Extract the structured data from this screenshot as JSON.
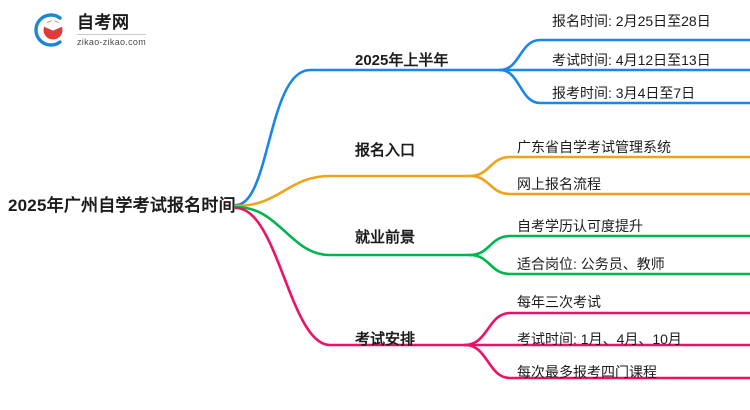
{
  "logo": {
    "title": "自考网",
    "subtitle": "zikao-zikao.com",
    "mark_icon": "graduation-cap-icon",
    "arc_color": "#1a86d6",
    "cap_color": "#e03a3a"
  },
  "mindmap": {
    "root": {
      "label": "2025年广州自学考试报名时间"
    },
    "branches": [
      {
        "label": "2025年上半年",
        "color": "#1a86e8",
        "children": [
          {
            "label": "报名时间: 2月25日至28日"
          },
          {
            "label": "考试时间: 4月12日至13日"
          },
          {
            "label": "报考时间: 3月4日至7日"
          }
        ]
      },
      {
        "label": "报名入口",
        "color": "#eda31a",
        "children": [
          {
            "label": "广东省自学考试管理系统"
          },
          {
            "label": "网上报名流程"
          }
        ]
      },
      {
        "label": "就业前景",
        "color": "#00b44e",
        "children": [
          {
            "label": "自考学历认可度提升"
          },
          {
            "label": "适合岗位: 公务员、教师"
          }
        ]
      },
      {
        "label": "考试安排",
        "color": "#ee1166",
        "children": [
          {
            "label": "每年三次考试"
          },
          {
            "label": "考试时间: 1月、4月、10月"
          },
          {
            "label": "每次最多报考四门课程"
          }
        ]
      }
    ]
  }
}
